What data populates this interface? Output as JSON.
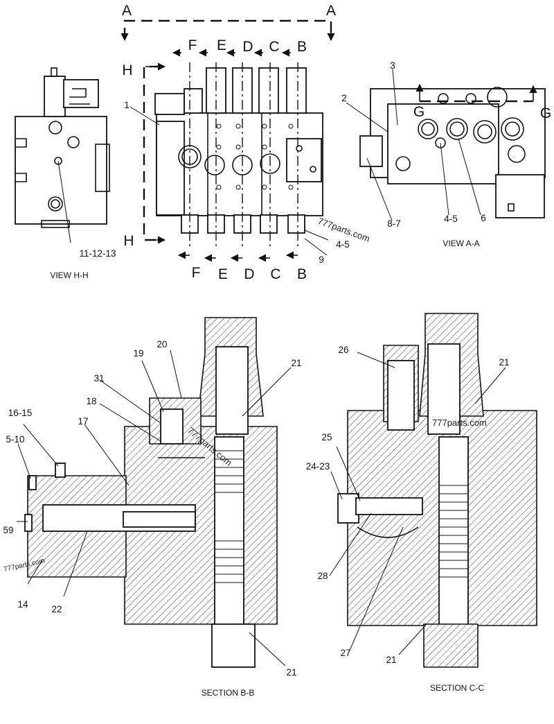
{
  "section_letters": {
    "a_left": "A",
    "a_right": "A",
    "h_top": "H",
    "h_bottom": "H",
    "f_top": "F",
    "e_top": "E",
    "d_top": "D",
    "c_top": "C",
    "b_top": "B",
    "f_bottom": "F",
    "e_bottom": "E",
    "d_bottom": "D",
    "c_bottom": "C",
    "b_bottom": "B",
    "g_left": "G",
    "g_right": "G"
  },
  "views": {
    "view_hh": "VIEW H-H",
    "view_aa": "VIEW A-A",
    "section_bb": "SECTION B-B",
    "section_cc": "SECTION C-C"
  },
  "callouts": {
    "c1": "1",
    "c2": "2",
    "c3": "3",
    "c4_5_top": "4-5",
    "c9": "9",
    "c11_12_13": "11-12-13",
    "c8_7": "8-7",
    "c4_5_right": "4-5",
    "c6": "6",
    "c19": "19",
    "c20": "20",
    "c31": "31",
    "c18": "18",
    "c17": "17",
    "c16_15": "16-15",
    "c5_10": "5-10",
    "c59": "59",
    "c14": "14",
    "c22": "22",
    "c21_bb_top": "21",
    "c21_bb_bottom": "21",
    "c26": "26",
    "c21_cc_top": "21",
    "c25": "25",
    "c24_23": "24-23",
    "c28": "28",
    "c27": "27",
    "c21_cc_bottom": "21"
  },
  "watermarks": {
    "w1": "777parts.com",
    "w2": "777parts.com",
    "w3": "777parts.com",
    "w4": "777parts.com"
  }
}
